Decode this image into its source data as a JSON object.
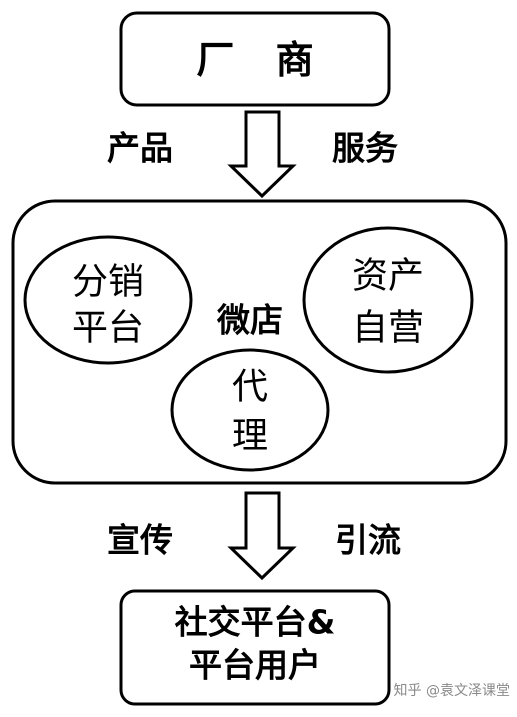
{
  "diagram": {
    "top_box": {
      "label": "厂 商"
    },
    "arrow_1": {
      "left_label": "产品",
      "right_label": "服务"
    },
    "center": {
      "label": "微店",
      "ellipses": [
        {
          "lines": [
            "分销",
            "平台"
          ]
        },
        {
          "lines": [
            "资产",
            "自营"
          ]
        },
        {
          "lines": [
            "代",
            "理"
          ]
        }
      ]
    },
    "arrow_2": {
      "left_label": "宣传",
      "right_label": "引流"
    },
    "bottom_box": {
      "lines": [
        "社交平台&",
        "平台用户"
      ]
    }
  },
  "watermark": "知乎 @袁文泽课堂"
}
